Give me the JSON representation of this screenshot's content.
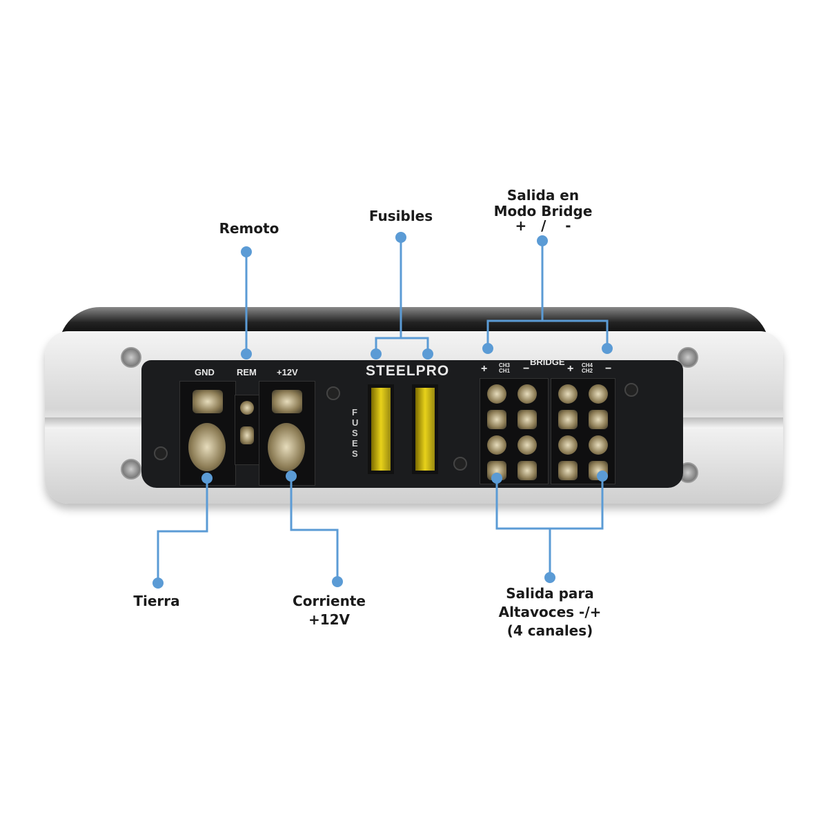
{
  "callouts": {
    "remoto": "Remoto",
    "fusibles": "Fusibles",
    "bridge_line1": "Salida en",
    "bridge_line2": "Modo Bridge",
    "bridge_line3": "+   /    -",
    "tierra": "Tierra",
    "corriente_line1": "Corriente",
    "corriente_line2": "+12V",
    "salida_line1": "Salida para",
    "salida_line2": "Altavoces -/+",
    "salida_line3": "(4 canales)"
  },
  "panel": {
    "gnd": "GND",
    "rem": "REM",
    "v12": "+12V",
    "brand": "STEELPRO",
    "fuses": "FUSES",
    "bridge": "BRIDGE",
    "ch3": "CH3",
    "ch1": "CH1",
    "ch4": "CH4",
    "ch2": "CH2",
    "plus": "+",
    "minus": "−"
  },
  "colors": {
    "leader": "#5b9bd5"
  }
}
